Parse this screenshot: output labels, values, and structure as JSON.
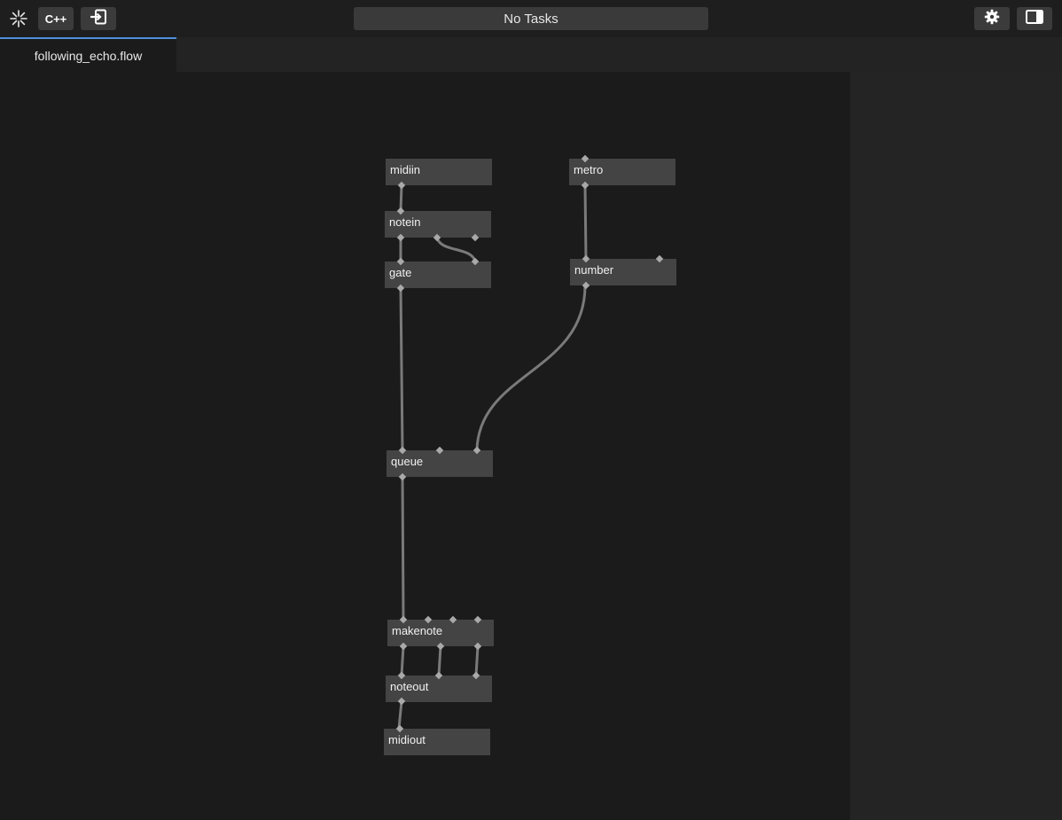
{
  "toolbar": {
    "logo_icon": "sparkle-icon",
    "cpp_label": "C++",
    "import_icon": "import-icon",
    "tasks_label": "No Tasks",
    "settings_icon": "gear-icon",
    "panel_icon": "sidebar-toggle-icon"
  },
  "tabs": [
    {
      "label": "following_echo.flow",
      "active": true
    }
  ],
  "nodes": {
    "midiin": "midiin",
    "notein": "notein",
    "gate": "gate",
    "metro": "metro",
    "number": "number",
    "queue": "queue",
    "makenote": "makenote",
    "noteout": "noteout",
    "midiout": "midiout"
  },
  "colors": {
    "accent": "#4f8fdd",
    "node_bg": "#444444",
    "wire": "#7a7a7a",
    "port": "#a9a9a9",
    "canvas_bg": "#1b1b1b"
  }
}
